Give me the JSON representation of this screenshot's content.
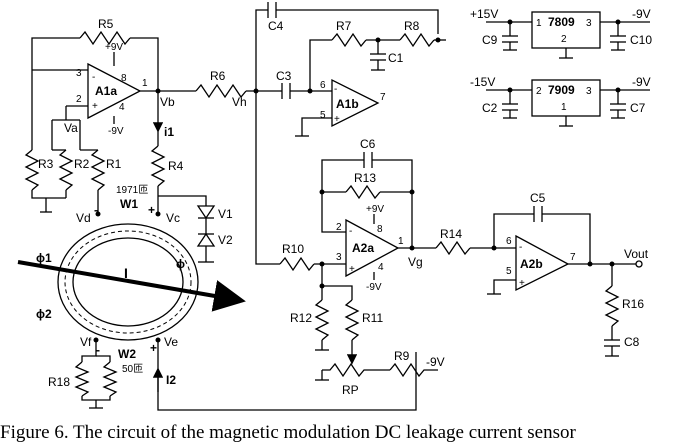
{
  "caption": "Figure 6. The circuit of the magnetic modulation DC leakage current sensor",
  "supplies": {
    "p15": "+15V",
    "n15": "-15V",
    "n9_top": "-9V",
    "n9_bot": "-9V"
  },
  "regulators": [
    {
      "name": "7809",
      "pin_left": "1",
      "pin_right": "3",
      "pin_bottom": "2"
    },
    {
      "name": "7909",
      "pin_left": "2",
      "pin_right": "3",
      "pin_bottom": "1"
    }
  ],
  "opamps": {
    "a1a": "A1a",
    "a1b": "A1b",
    "a2a": "A2a",
    "a2b": "A2b"
  },
  "resistors": {
    "r1": "R1",
    "r2": "R2",
    "r3": "R3",
    "r4": "R4",
    "r5": "R5",
    "r6": "R6",
    "r7": "R7",
    "r8": "R8",
    "r9": "R9",
    "r10": "R10",
    "r11": "R11",
    "r12": "R12",
    "r13": "R13",
    "r14": "R14",
    "r16": "R16",
    "r18": "R18",
    "rp": "RP"
  },
  "capacitors": {
    "c1": "C1",
    "c2": "C2",
    "c3": "C3",
    "c4": "C4",
    "c5": "C5",
    "c6": "C6",
    "c7": "C7",
    "c8": "C8",
    "c9": "C9",
    "c10": "C10"
  },
  "diodes": {
    "v1": "V1",
    "v2": "V2"
  },
  "nodes": {
    "va": "Va",
    "vb": "Vb",
    "vc": "Vc",
    "vd": "Vd",
    "ve": "Ve",
    "vf": "Vf",
    "vg": "Vg",
    "vh": "Vh",
    "vout": "Vout"
  },
  "windings": {
    "w1": "W1",
    "w2": "W2",
    "w1_turns": "1971匝",
    "w2_turns": "50匝"
  },
  "currents": {
    "i1": "i1",
    "i2": "I2",
    "i": "I"
  },
  "flux": {
    "phi1": "ϕ1",
    "phi2": "ϕ2",
    "phi": "ϕ"
  },
  "pins": {
    "p1": "1",
    "p2": "2",
    "p3": "3",
    "p4": "4",
    "p5": "5",
    "p6": "6",
    "p7": "7",
    "p8": "8"
  },
  "rails": {
    "pos9": "+9V",
    "neg9": "-9V"
  },
  "polarity": {
    "plus": "+",
    "minus": "-"
  }
}
